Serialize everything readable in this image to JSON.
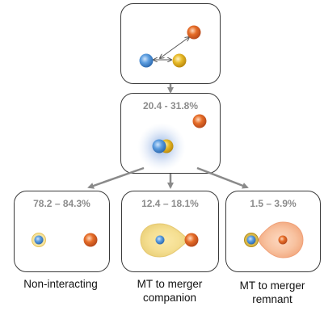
{
  "stages": {
    "initial": {},
    "merger": {
      "fraction": "20.4 - 31.8%"
    }
  },
  "outcomes": [
    {
      "fraction": "78.2 – 84.3%",
      "label": "Non-interacting"
    },
    {
      "fraction": "12.4 – 18.1%",
      "label_line1": "MT to merger",
      "label_line2": "companion"
    },
    {
      "fraction": "1.5 – 3.9%",
      "label_line1": "MT to merger",
      "label_line2": "remnant"
    }
  ],
  "colors": {
    "star_blue": "#4a8fd6",
    "star_yellow": "#e0b020",
    "star_orange": "#e0661f",
    "arrow": "#8a8a8a",
    "border": "#3a3a3a"
  }
}
